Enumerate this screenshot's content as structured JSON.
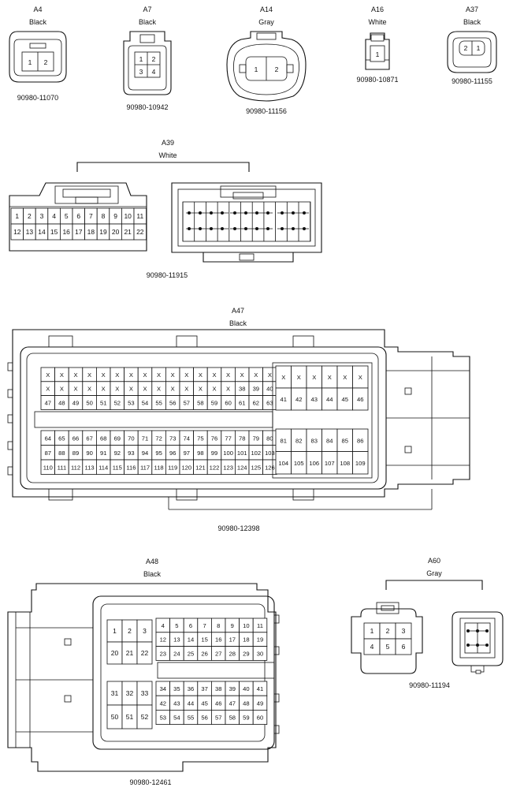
{
  "connectors": {
    "a4": {
      "id": "A4",
      "color": "Black",
      "part": "90980-11070",
      "pins": [
        "1",
        "2"
      ]
    },
    "a7": {
      "id": "A7",
      "color": "Black",
      "part": "90980-10942",
      "pins": [
        "1",
        "2",
        "3",
        "4"
      ]
    },
    "a14": {
      "id": "A14",
      "color": "Gray",
      "part": "90980-11156",
      "pins": [
        "1",
        "2"
      ]
    },
    "a16": {
      "id": "A16",
      "color": "White",
      "part": "90980-10871",
      "pins": [
        "1"
      ]
    },
    "a37": {
      "id": "A37",
      "color": "Black",
      "part": "90980-11155",
      "pins": [
        "2",
        "1"
      ]
    },
    "a39": {
      "id": "A39",
      "color": "White",
      "part": "90980-11915",
      "rows": [
        [
          "1",
          "2",
          "3",
          "4",
          "5",
          "6",
          "7",
          "8",
          "9",
          "10",
          "11"
        ],
        [
          "12",
          "13",
          "14",
          "15",
          "16",
          "17",
          "18",
          "19",
          "20",
          "21",
          "22"
        ]
      ]
    },
    "a47": {
      "id": "A47",
      "color": "Black",
      "part": "90980-12398",
      "left_top": [
        [
          "X",
          "X",
          "X",
          "X",
          "X",
          "X",
          "X",
          "X",
          "X",
          "X",
          "X",
          "X",
          "X",
          "X",
          "X",
          "X",
          "X"
        ],
        [
          "X",
          "X",
          "X",
          "X",
          "X",
          "X",
          "X",
          "X",
          "X",
          "X",
          "X",
          "X",
          "X",
          "X",
          "38",
          "39",
          "40"
        ],
        [
          "47",
          "48",
          "49",
          "50",
          "51",
          "52",
          "53",
          "54",
          "55",
          "56",
          "57",
          "58",
          "59",
          "60",
          "61",
          "62",
          "63"
        ]
      ],
      "left_bottom": [
        [
          "64",
          "65",
          "66",
          "67",
          "68",
          "69",
          "70",
          "71",
          "72",
          "73",
          "74",
          "75",
          "76",
          "77",
          "78",
          "79",
          "80"
        ],
        [
          "87",
          "88",
          "89",
          "90",
          "91",
          "92",
          "93",
          "94",
          "95",
          "96",
          "97",
          "98",
          "99",
          "100",
          "101",
          "102",
          "103"
        ],
        [
          "110",
          "111",
          "112",
          "113",
          "114",
          "115",
          "116",
          "117",
          "118",
          "119",
          "120",
          "121",
          "122",
          "123",
          "124",
          "125",
          "126"
        ]
      ],
      "right_top": [
        [
          "X",
          "X",
          "X",
          "X",
          "X",
          "X"
        ],
        [
          "41",
          "42",
          "43",
          "44",
          "45",
          "46"
        ]
      ],
      "right_bottom": [
        [
          "81",
          "82",
          "83",
          "84",
          "85",
          "86"
        ],
        [
          "104",
          "105",
          "106",
          "107",
          "108",
          "109"
        ]
      ]
    },
    "a48": {
      "id": "A48",
      "color": "Black",
      "part": "90980-12461",
      "g1": [
        [
          "1",
          "2",
          "3"
        ],
        [
          "20",
          "21",
          "22"
        ]
      ],
      "g2": [
        [
          "4",
          "5",
          "6",
          "7",
          "8",
          "9",
          "10",
          "11"
        ],
        [
          "12",
          "13",
          "14",
          "15",
          "16",
          "17",
          "18",
          "19"
        ],
        [
          "23",
          "24",
          "25",
          "26",
          "27",
          "28",
          "29",
          "30"
        ]
      ],
      "g3": [
        [
          "31",
          "32",
          "33"
        ],
        [
          "50",
          "51",
          "52"
        ]
      ],
      "g4": [
        [
          "34",
          "35",
          "36",
          "37",
          "38",
          "39",
          "40",
          "41"
        ],
        [
          "42",
          "43",
          "44",
          "45",
          "46",
          "47",
          "48",
          "49"
        ],
        [
          "53",
          "54",
          "55",
          "56",
          "57",
          "58",
          "59",
          "60"
        ]
      ]
    },
    "a60": {
      "id": "A60",
      "color": "Gray",
      "part": "90980-11194",
      "rows": [
        [
          "1",
          "2",
          "3"
        ],
        [
          "4",
          "5",
          "6"
        ]
      ]
    }
  }
}
